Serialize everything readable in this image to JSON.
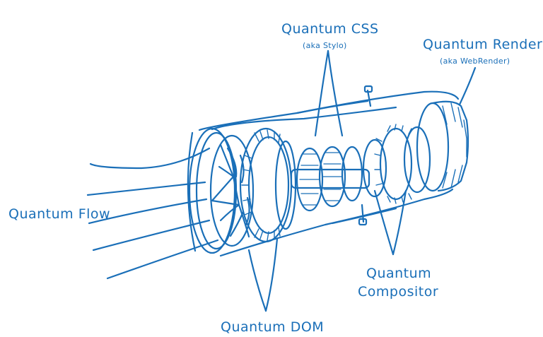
{
  "colors": {
    "ink": "#1a6fb8",
    "background": "#ffffff"
  },
  "labels": {
    "quantum_css": "Quantum CSS",
    "quantum_css_aka": "(aka Stylo)",
    "quantum_render": "Quantum Render",
    "quantum_render_aka": "(aka WebRender)",
    "quantum_flow": "Quantum Flow",
    "quantum_dom": "Quantum DOM",
    "quantum_compositor_line1": "Quantum",
    "quantum_compositor_line2": "Compositor"
  }
}
